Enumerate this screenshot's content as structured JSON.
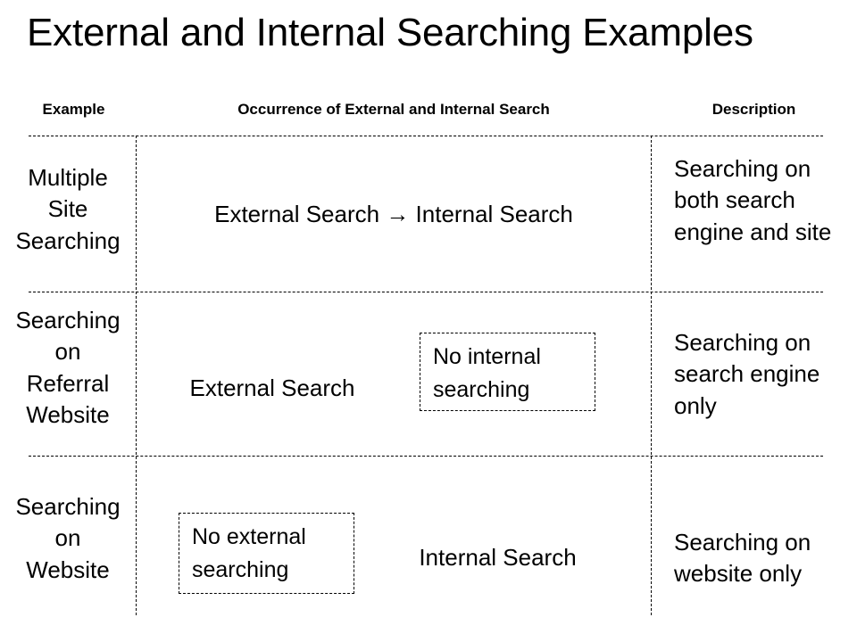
{
  "slide": {
    "title": "External and Internal Searching Examples",
    "background_color": "#ffffff",
    "text_color": "#000000"
  },
  "table": {
    "headers": {
      "example": "Example",
      "occurrence": "Occurrence of External and Internal Search",
      "description": "Description"
    },
    "rows": [
      {
        "example": "Multiple\nSite\nSearching",
        "occurrence_text": "External Search  →  Internal Search",
        "description": "Searching on both search engine and site",
        "callout": null
      },
      {
        "example": "Searching\non\nReferral\nWebsite",
        "occurrence_text": "External Search",
        "description": "Searching on search engine only",
        "callout": "No internal searching"
      },
      {
        "example": "Searching\non\nWebsite",
        "occurrence_text": "Internal Search",
        "description": "Searching on website only",
        "callout": "No external searching"
      }
    ]
  },
  "icons": {
    "arrow_right": "→"
  }
}
